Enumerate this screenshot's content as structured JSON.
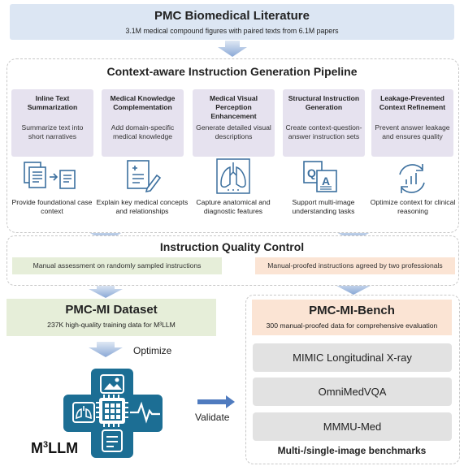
{
  "top": {
    "title": "PMC Biomedical Literature",
    "subtitle": "3.1M medical compound figures with paired texts from 6.1M papers"
  },
  "pipeline": {
    "title": "Context-aware Instruction Generation Pipeline",
    "steps": [
      {
        "title": "Inline Text Summarization",
        "desc": "Summarize text into short narratives",
        "icon": "document-summary-icon",
        "caption": "Provide foundational case context"
      },
      {
        "title": "Medical Knowledge Complementation",
        "desc": "Add domain-specific medical knowledge",
        "icon": "document-pen-icon",
        "caption": "Explain key medical concepts and relationships"
      },
      {
        "title": "Medical Visual Perception Enhancement",
        "desc": "Generate detailed visual descriptions",
        "icon": "lungs-icon",
        "caption": "Capture anatomical and diagnostic features"
      },
      {
        "title": "Structural Instruction Generation",
        "desc": "Create context-question-answer instruction sets",
        "icon": "qa-icon",
        "caption": "Support multi-image understanding tasks"
      },
      {
        "title": "Leakage-Prevented Context Refinement",
        "desc": "Prevent answer leakage and ensures quality",
        "icon": "refresh-chart-icon",
        "caption": "Optimize context for clinical reasoning"
      }
    ]
  },
  "quality": {
    "title": "Instruction Quality Control",
    "left": "Manual assessment on randomly sampled instructions",
    "right": "Manual-proofed instructions agreed by two professionals"
  },
  "dataset": {
    "title": "PMC-MI Dataset",
    "subtitle": "237K high-quality training data for M³LLM",
    "optimize_label": "Optimize"
  },
  "model": {
    "name_prefix": "M",
    "name_sup": "3",
    "name_suffix": "LLM"
  },
  "validate_label": "Validate",
  "bench": {
    "title": "PMC-MI-Bench",
    "subtitle": "300 manual-proofed data for comprehensive evaluation",
    "items": [
      "MIMIC Longitudinal X-ray",
      "OmniMedVQA",
      "MMMU-Med"
    ],
    "footer": "Multi-/single-image benchmarks"
  },
  "colors": {
    "arrow": "#4f7bbf",
    "model_blue": "#1c6e94",
    "icon_blue": "#3b6f9e"
  }
}
